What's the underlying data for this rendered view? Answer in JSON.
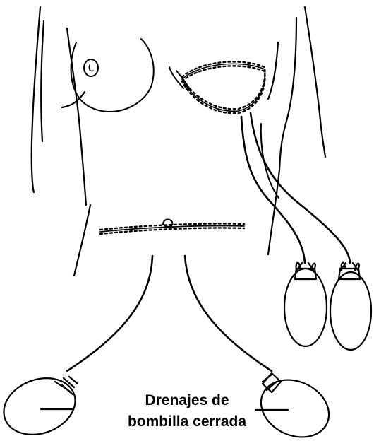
{
  "caption": {
    "line1": "Drenajes de",
    "line2": "bombilla cerrada"
  },
  "colors": {
    "ink": "#000000",
    "background": "#ffffff"
  },
  "drain_count": 4
}
